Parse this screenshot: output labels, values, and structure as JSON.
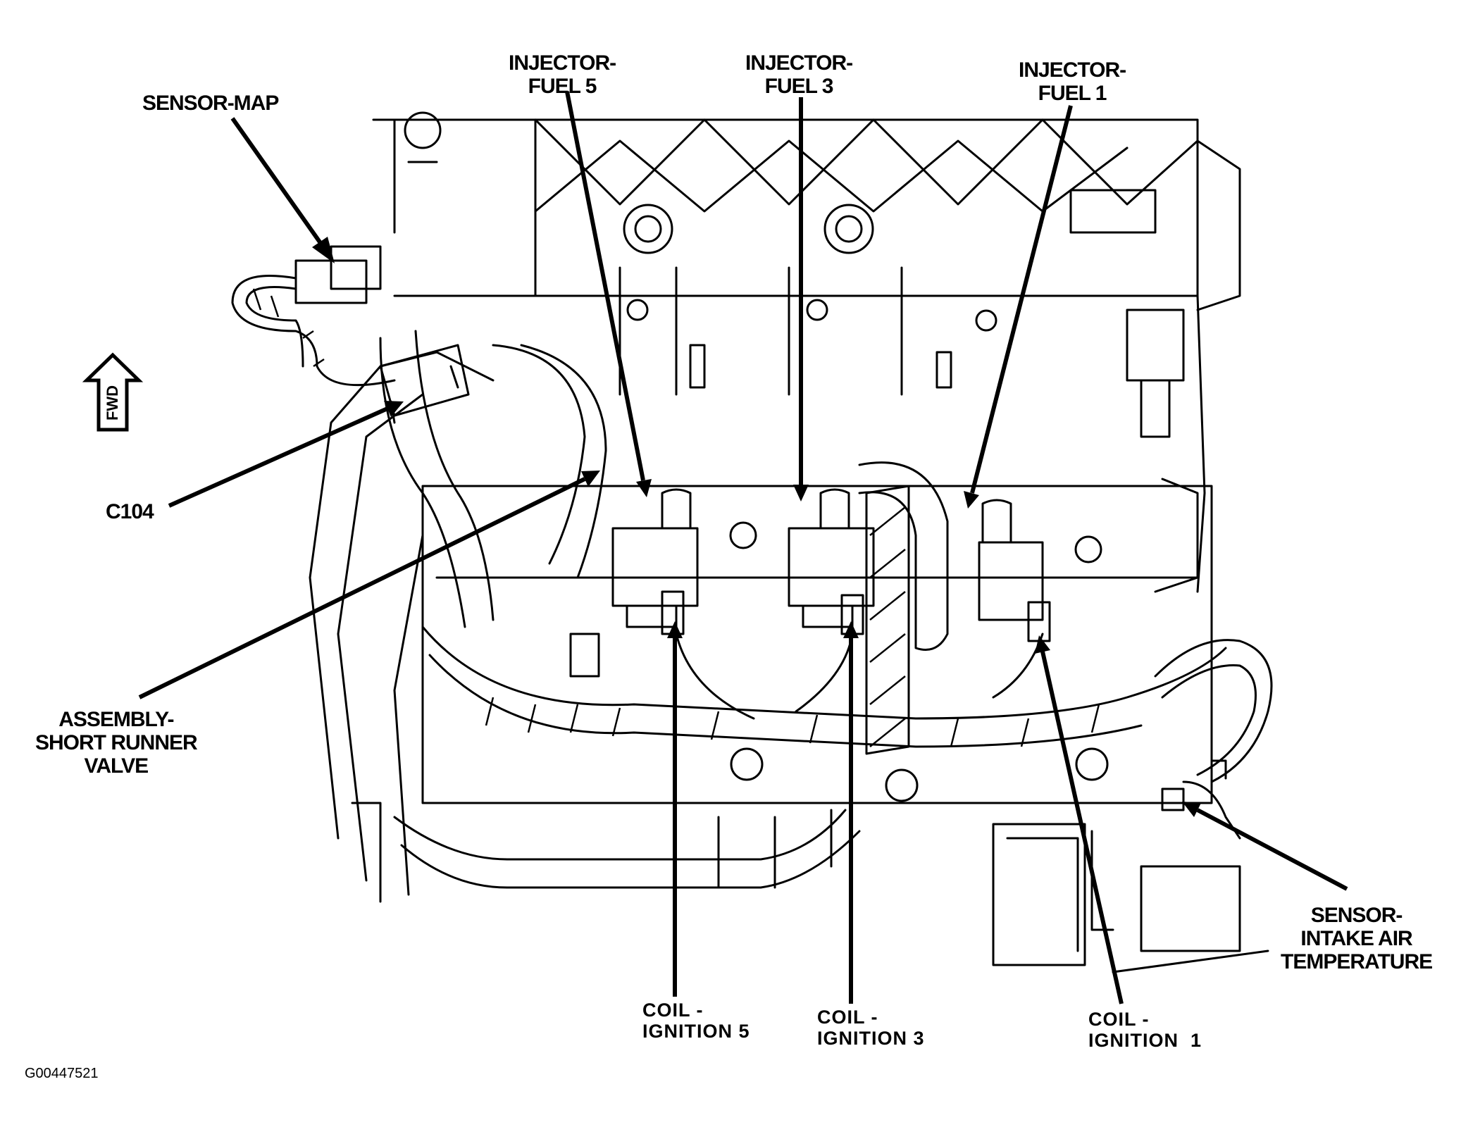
{
  "figure_code": "G00447521",
  "fwd_label": "FWD",
  "labels": {
    "sensor_map": [
      "SENSOR-MAP"
    ],
    "injector_fuel_5": [
      "INJECTOR-",
      "FUEL 5"
    ],
    "injector_fuel_3": [
      "INJECTOR-",
      "FUEL 3"
    ],
    "injector_fuel_1": [
      "INJECTOR-",
      "FUEL 1"
    ],
    "c104": [
      "C104"
    ],
    "assembly_short_runner_valve": [
      "ASSEMBLY-",
      "SHORT RUNNER",
      "VALVE"
    ],
    "sensor_intake_air_temperature": [
      "SENSOR-",
      "INTAKE AIR",
      "TEMPERATURE"
    ],
    "coil_ignition_5": [
      "COIL -",
      "IGNITION 5"
    ],
    "coil_ignition_3": [
      "COIL -",
      "IGNITION 3"
    ],
    "coil_ignition_1": [
      "COIL -",
      "IGNITION  1"
    ]
  }
}
